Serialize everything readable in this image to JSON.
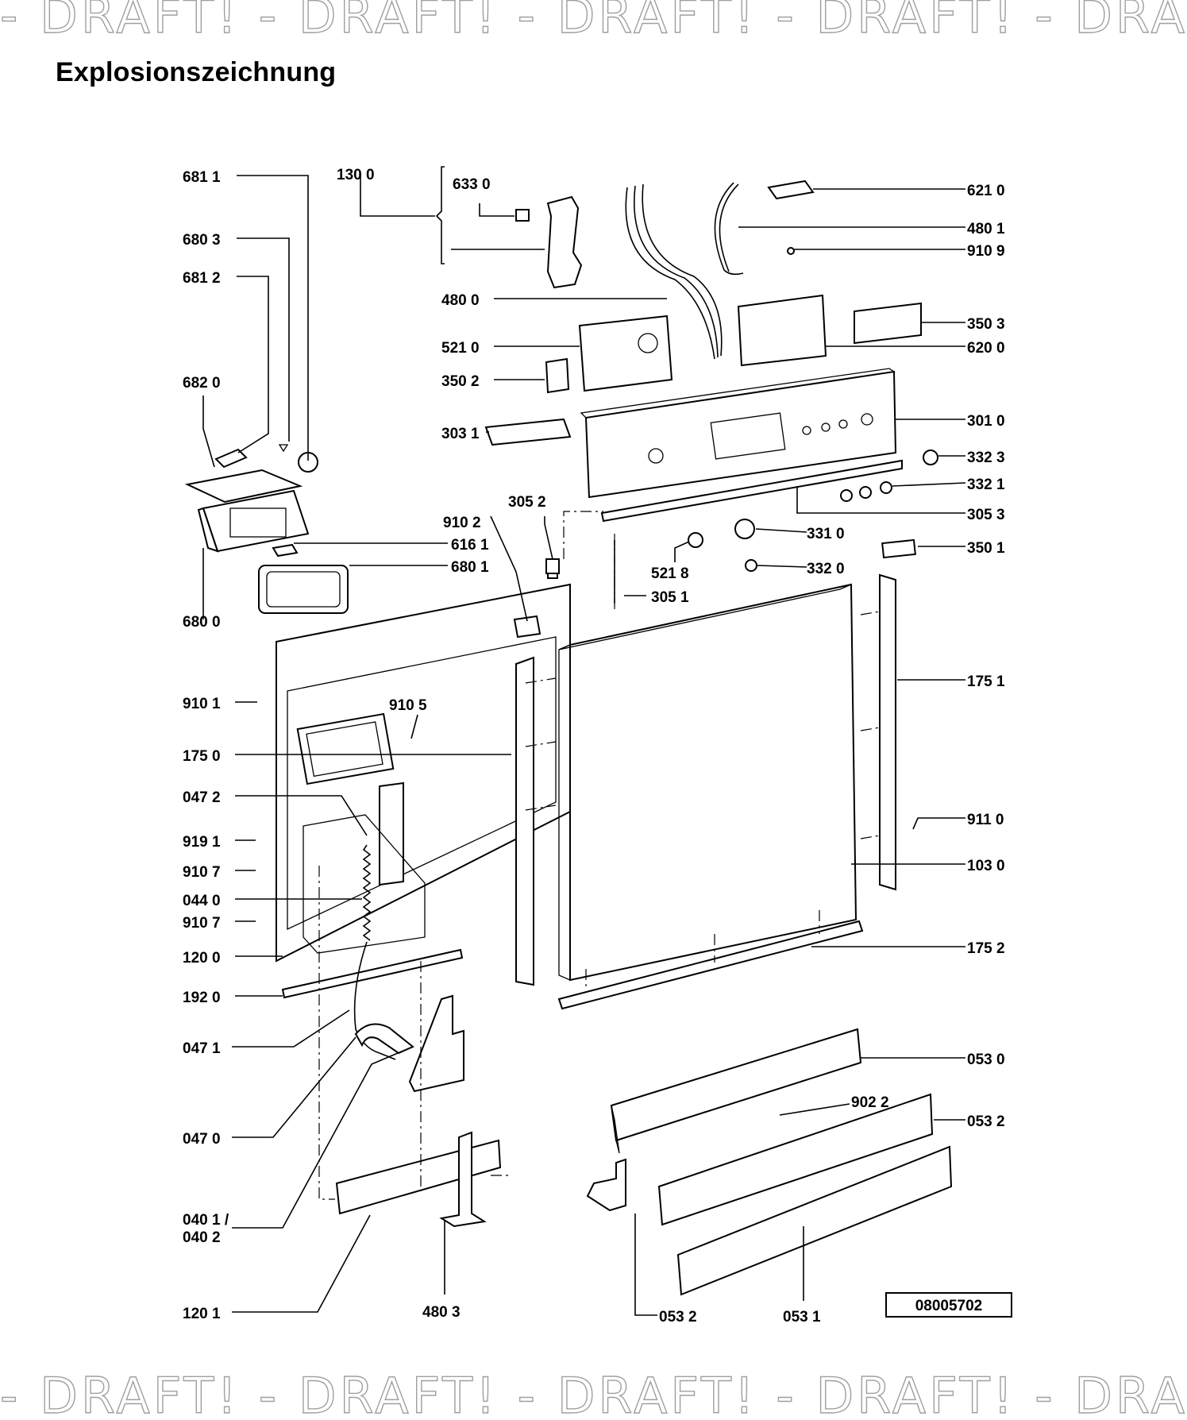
{
  "watermark": {
    "text": "- DRAFT! - DRAFT! - DRAFT! - DRAFT! - DRAFT! -"
  },
  "title": "Explosionszeichnung",
  "drawing_code": "08005702",
  "labels": {
    "l6811": "681 1",
    "l6803": "680 3",
    "l6812": "681 2",
    "l6820": "682 0",
    "l6800": "680 0",
    "l1300": "130 0",
    "l6330": "633 0",
    "l4800": "480 0",
    "l5210": "521 0",
    "l3502": "350 2",
    "l3031": "303 1",
    "l6210": "621 0",
    "l4801": "480 1",
    "l9109": "910 9",
    "l3503": "350 3",
    "l6200": "620 0",
    "l3010": "301 0",
    "l3323": "332 3",
    "l3321": "332 1",
    "l3053": "305 3",
    "l3052": "305 2",
    "l9102": "910 2",
    "l6161": "616 1",
    "l6801": "680 1",
    "l3310": "331 0",
    "l3501": "350 1",
    "l5218": "521 8",
    "l3320": "332 0",
    "l3051": "305 1",
    "l1751": "175 1",
    "l9101": "910 1",
    "l9105": "910 5",
    "l1750": "175 0",
    "l0472": "047 2",
    "l9191": "919 1",
    "l9107a": "910 7",
    "l0440": "044 0",
    "l9107b": "910 7",
    "l1200": "120 0",
    "l9110": "911 0",
    "l1030": "103 0",
    "l1752": "175 2",
    "l1920": "192 0",
    "l0471": "047 1",
    "l0530": "053 0",
    "l9022": "902 2",
    "l0532a": "053 2",
    "l0470": "047 0",
    "l0401": "040 1 /",
    "l0402": "040 2",
    "l1201": "120 1",
    "l4803": "480 3",
    "l0532b": "053 2",
    "l0531": "053 1"
  }
}
